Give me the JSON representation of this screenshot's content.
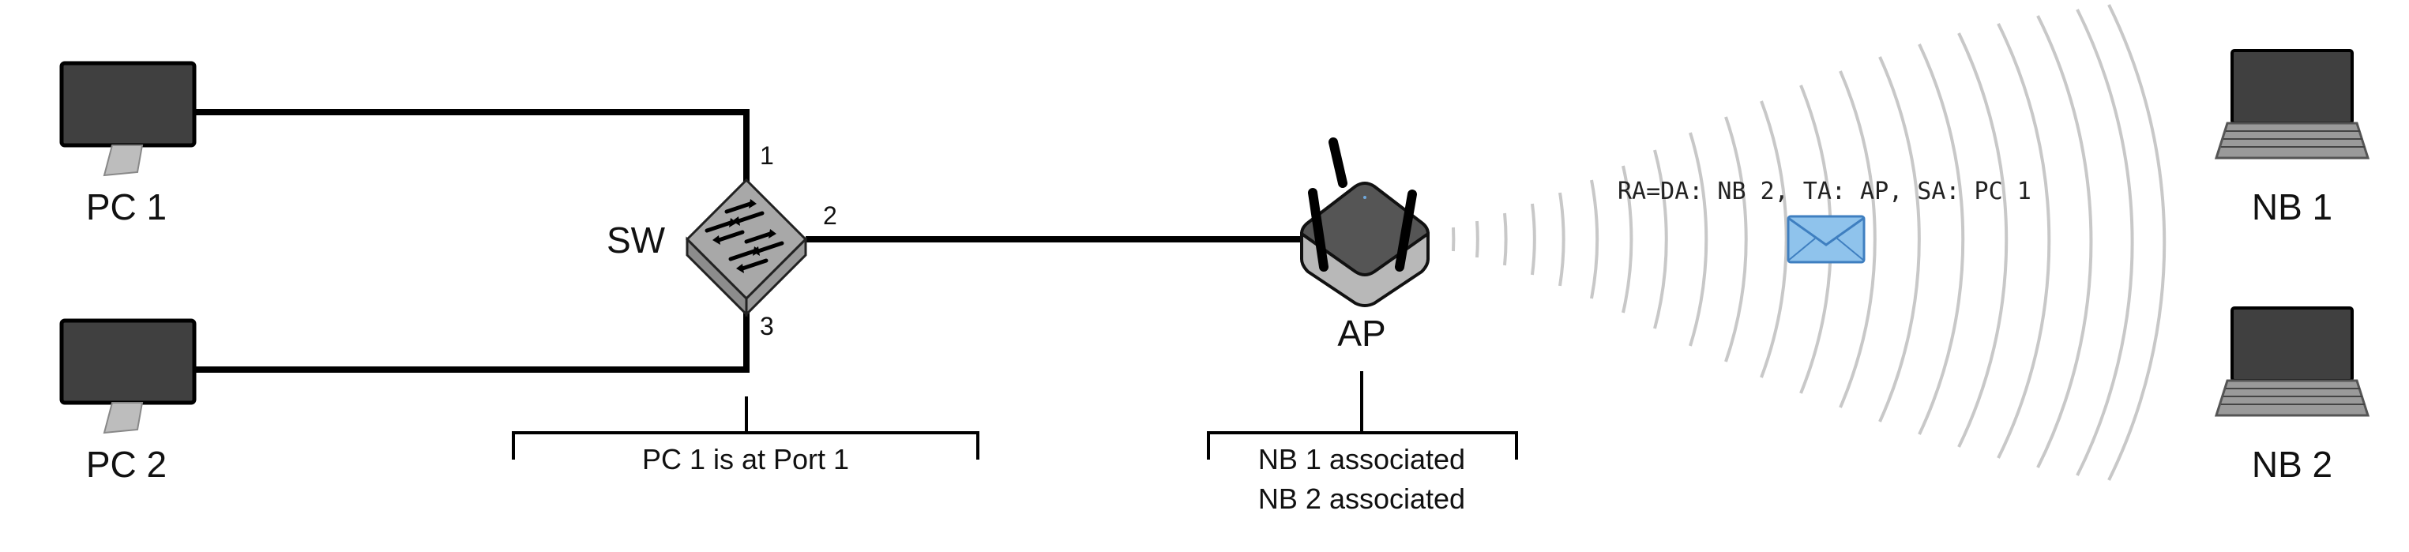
{
  "devices": {
    "pc1": "PC 1",
    "pc2": "PC 2",
    "switch": "SW",
    "ap": "AP",
    "nb1": "NB 1",
    "nb2": "NB 2"
  },
  "ports": {
    "port1": "1",
    "port2": "2",
    "port3": "3"
  },
  "switch_table": {
    "entry": "PC 1 is at Port 1"
  },
  "ap_table": {
    "entry1": "NB 1 associated",
    "entry2": "NB 2 associated"
  },
  "frame": {
    "header": "RA=DA: NB 2, TA: AP, SA: PC 1"
  },
  "colors": {
    "envelope": "#8fc3ec",
    "wave": "#c8c8c8",
    "switch_body": "#a8a8a8",
    "ap_body": "#555555"
  },
  "icons": {
    "pc": "desktop-monitor-icon",
    "switch": "network-switch-icon",
    "ap": "wireless-access-point-icon",
    "notebook": "laptop-icon",
    "frame": "envelope-icon"
  }
}
